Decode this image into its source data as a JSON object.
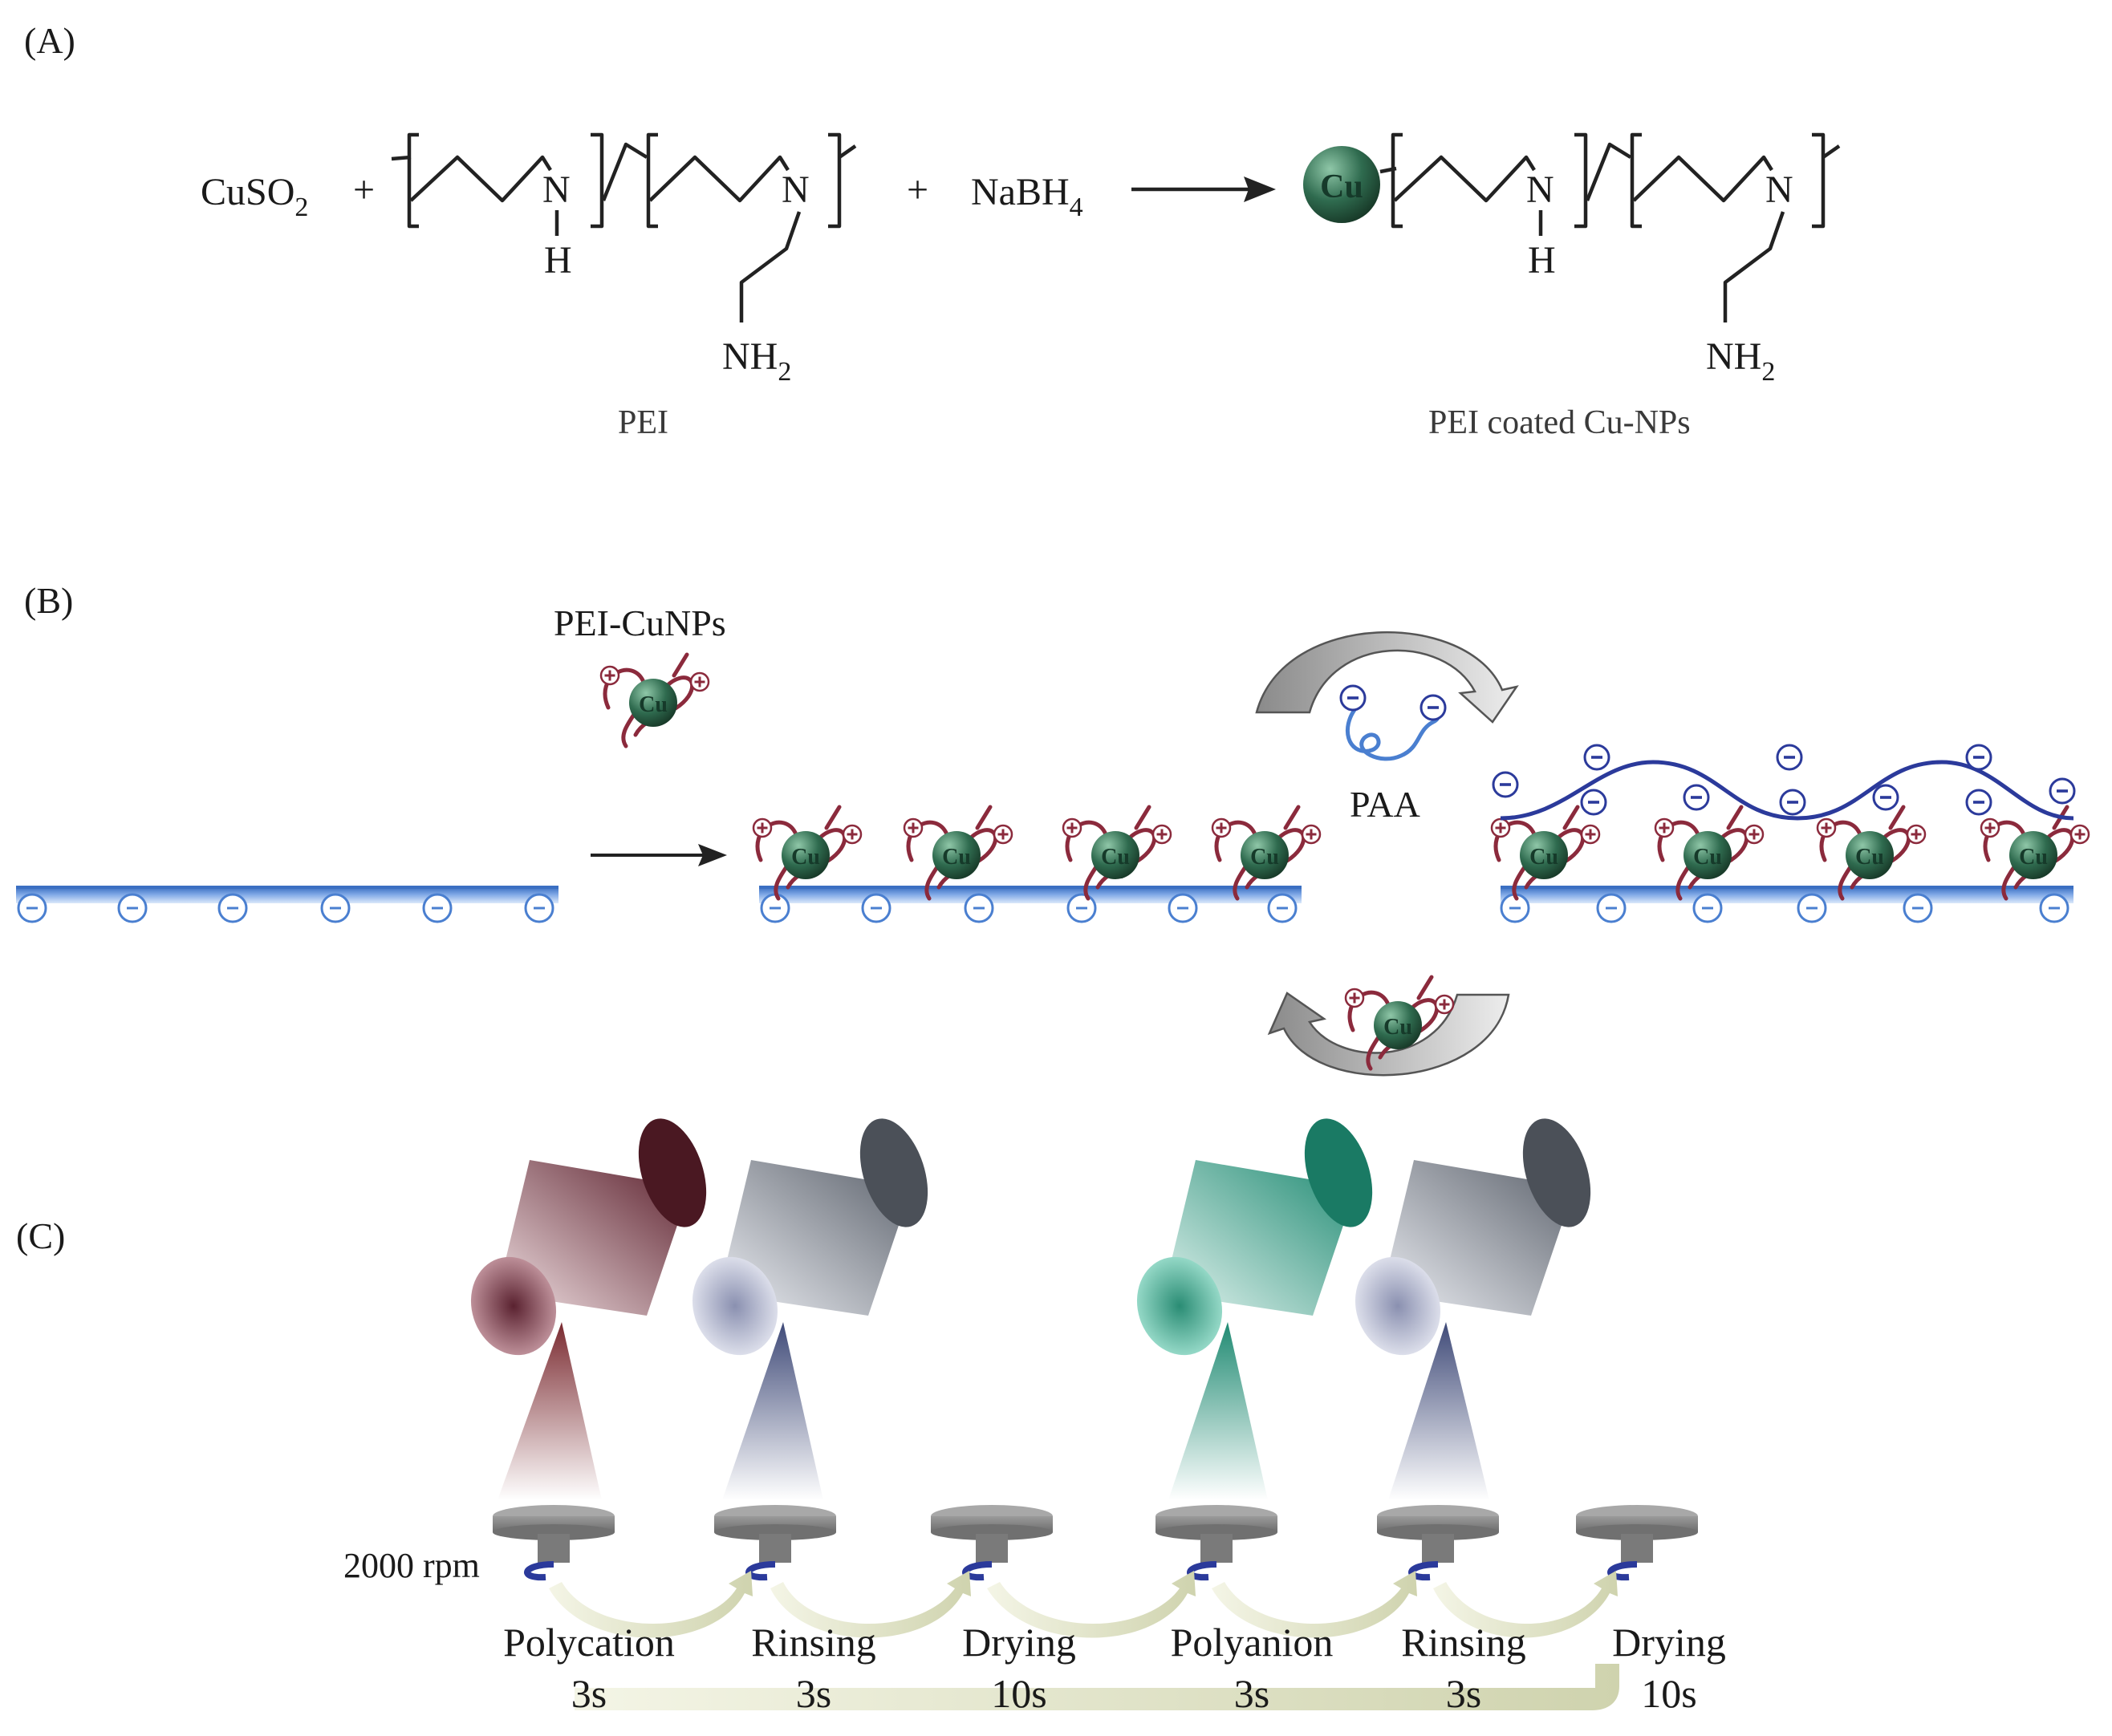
{
  "panel_a": {
    "label": "(A)",
    "reactant": "CuSO",
    "reactant_sub": "2",
    "plus1": "+",
    "plus2": "+",
    "reducer": "NaBH",
    "reducer_sub": "4",
    "n_atom": "N",
    "h_atom": "H",
    "amine": "NH",
    "amine_sub": "2",
    "cu": "Cu",
    "caption_left": "PEI",
    "caption_right": "PEI coated Cu-NPs"
  },
  "panel_b": {
    "label": "(B)",
    "particle_label": "PEI-CuNPs",
    "polyanion_label": "PAA",
    "cu": "Cu"
  },
  "panel_c": {
    "label": "(C)",
    "speed": "2000 rpm",
    "steps": [
      {
        "name": "Polycation",
        "time": "3s"
      },
      {
        "name": "Rinsing",
        "time": "3s"
      },
      {
        "name": "Drying",
        "time": "10s"
      },
      {
        "name": "Polyanion",
        "time": "3s"
      },
      {
        "name": "Rinsing",
        "time": "3s"
      },
      {
        "name": "Drying",
        "time": "10s"
      }
    ]
  },
  "colors": {
    "cu_sphere": "#2f6b4f",
    "pei_chain": "#8b2a3c",
    "substrate": "#4a7fd0",
    "paa_chain": "#2b3a9b",
    "arrow_gray": "#9a9a9a",
    "flow_arrow": "#d9dcc0",
    "nozzle_red": "#6b2a36",
    "nozzle_gray": "#6f747c",
    "nozzle_teal": "#2f9a84"
  }
}
